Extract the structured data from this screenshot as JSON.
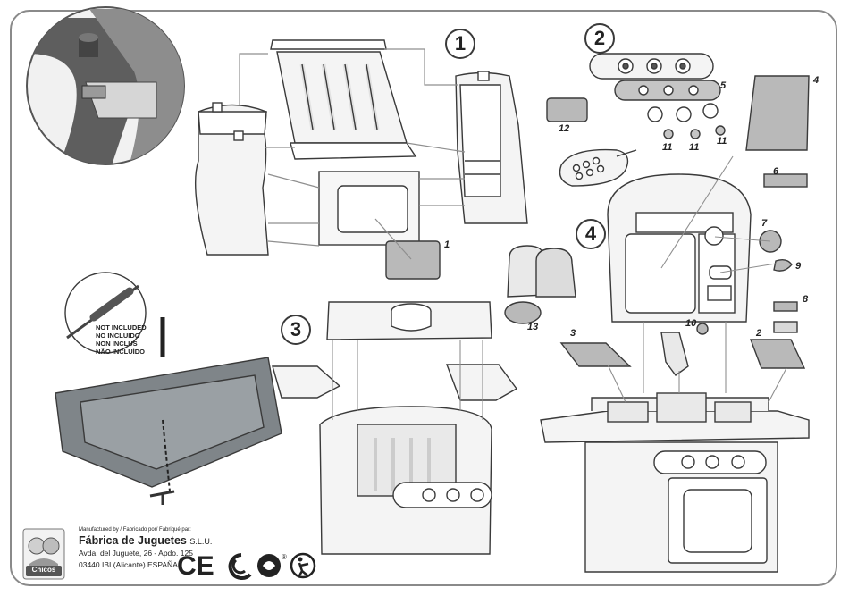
{
  "steps": [
    "1",
    "2",
    "3",
    "4"
  ],
  "parts": {
    "p1": "1",
    "p2": "2",
    "p3": "3",
    "p4": "4",
    "p5": "5",
    "p6": "6",
    "p7": "7",
    "p8": "8",
    "p9": "9",
    "p10": "10",
    "p11a": "11",
    "p11b": "11",
    "p11c": "11",
    "p12": "12",
    "p13": "13"
  },
  "warning": [
    "NOT INCLUDED",
    "NO INCLUIDO",
    "NON INCLUS",
    "NÃO INCLUÍDO"
  ],
  "manufacturer": {
    "caption": "Manufactured by / Fabricado por/ Fabriqué par:",
    "name": "Fábrica de Juguetes",
    "suffix": "S.L.U.",
    "address1": "Avda. del Juguete, 26 - Apdo. 125",
    "address2": "03440 IBI (Alicante) ESPAÑA"
  },
  "brand": "Chicos",
  "marks": {
    "ce": "CE",
    "registered": "®"
  },
  "colors": {
    "line": "#3a3a3a",
    "fill_light": "#e9e9e9",
    "fill_mid": "#b9b9b9",
    "tray": "#7f8589"
  }
}
